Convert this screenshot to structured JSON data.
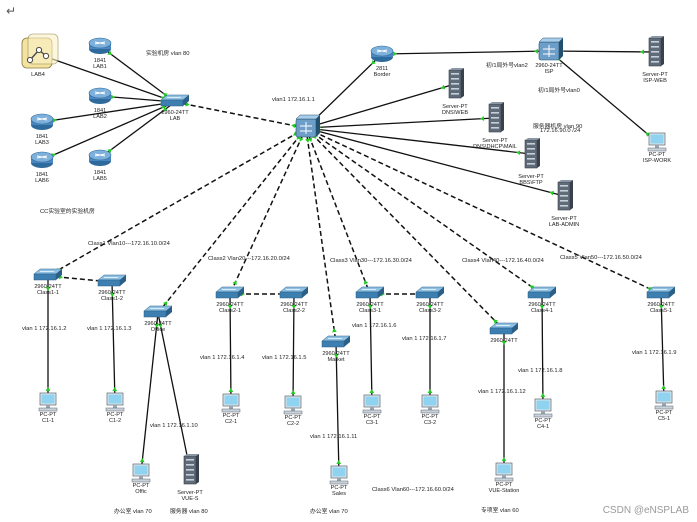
{
  "return_mark": "↵",
  "watermark": "CSDN @eNSPLAB",
  "colors": {
    "link": "#111111",
    "port": "#22cc22",
    "switch": "#3d7fb1",
    "router": "#4a87c0",
    "server": "#5f6b78",
    "pc_screen": "#8fd3f0"
  },
  "devices": [
    {
      "id": "lab4",
      "kind": "cloud",
      "lines": [
        "LAB4"
      ]
    },
    {
      "id": "lab1",
      "kind": "router",
      "lines": [
        "1841",
        "LAB1"
      ]
    },
    {
      "id": "lab2",
      "kind": "router",
      "lines": [
        "1841",
        "LAB2"
      ]
    },
    {
      "id": "lab3",
      "kind": "router",
      "lines": [
        "1841",
        "LAB3"
      ]
    },
    {
      "id": "lab5",
      "kind": "router",
      "lines": [
        "1841",
        "LAB5"
      ]
    },
    {
      "id": "lab6",
      "kind": "router",
      "lines": [
        "1841",
        "LAB6"
      ]
    },
    {
      "id": "labsw",
      "kind": "switch",
      "lines": [
        "2960-24TT",
        "LAB"
      ]
    },
    {
      "id": "core",
      "kind": "l3switch",
      "lines": []
    },
    {
      "id": "border",
      "kind": "router",
      "lines": [
        "2811",
        "Border"
      ]
    },
    {
      "id": "isp",
      "kind": "l3switch",
      "lines": [
        "2960-24TT",
        "ISP"
      ]
    },
    {
      "id": "ispweb",
      "kind": "server",
      "lines": [
        "Server-PT",
        "ISP-WEB"
      ]
    },
    {
      "id": "ispwork",
      "kind": "pc",
      "lines": [
        "PC-PT",
        "ISP-WORK"
      ]
    },
    {
      "id": "dnsweb",
      "kind": "server",
      "lines": [
        "Server-PT",
        "DNS\\WEB"
      ]
    },
    {
      "id": "dnsdhcp",
      "kind": "server",
      "lines": [
        "Server-PT",
        "DNS\\DHCP\\MAIL"
      ]
    },
    {
      "id": "bbsftp",
      "kind": "server",
      "lines": [
        "Server-PT",
        "BBS\\FTP"
      ]
    },
    {
      "id": "labadmin",
      "kind": "server",
      "lines": [
        "Server-PT",
        "LAB-ADMIN"
      ]
    },
    {
      "id": "c11",
      "kind": "switch",
      "lines": [
        "2960-24TT",
        "Class1-1"
      ]
    },
    {
      "id": "c12",
      "kind": "switch",
      "lines": [
        "2960-24TT",
        "Class1-2"
      ]
    },
    {
      "id": "office",
      "kind": "switch",
      "lines": [
        "2960-24TT",
        "Office"
      ]
    },
    {
      "id": "c21",
      "kind": "switch",
      "lines": [
        "2960-24TT",
        "Class2-1"
      ]
    },
    {
      "id": "c22",
      "kind": "switch",
      "lines": [
        "2960-24TT",
        "Class2-2"
      ]
    },
    {
      "id": "market",
      "kind": "switch",
      "lines": [
        "2960-24TT",
        "Market"
      ]
    },
    {
      "id": "c31",
      "kind": "switch",
      "lines": [
        "2960-24TT",
        "Class3-1"
      ]
    },
    {
      "id": "c32",
      "kind": "switch",
      "lines": [
        "2960-24TT",
        "Class3-2"
      ]
    },
    {
      "id": "vuesw",
      "kind": "switch",
      "lines": [
        "2960-24TT"
      ]
    },
    {
      "id": "c41",
      "kind": "switch",
      "lines": [
        "2960-24TT",
        "Class4-1"
      ]
    },
    {
      "id": "c51",
      "kind": "switch",
      "lines": [
        "2960-24TT",
        "Class5-1"
      ]
    },
    {
      "id": "pc_c11",
      "kind": "pc",
      "lines": [
        "PC-PT",
        "C1-1"
      ]
    },
    {
      "id": "pc_c12",
      "kind": "pc",
      "lines": [
        "PC-PT",
        "C1-2"
      ]
    },
    {
      "id": "pc_office",
      "kind": "pc",
      "lines": [
        "PC-PT",
        "Offic"
      ]
    },
    {
      "id": "srv_vue",
      "kind": "server",
      "lines": [
        "Server-PT",
        "VUE-S"
      ]
    },
    {
      "id": "pc_c21",
      "kind": "pc",
      "lines": [
        "PC-PT",
        "C2-1"
      ]
    },
    {
      "id": "pc_c22",
      "kind": "pc",
      "lines": [
        "PC-PT",
        "C2-2"
      ]
    },
    {
      "id": "pc_sales",
      "kind": "pc",
      "lines": [
        "PC-PT",
        "Sales"
      ]
    },
    {
      "id": "pc_c31",
      "kind": "pc",
      "lines": [
        "PC-PT",
        "C3-1"
      ]
    },
    {
      "id": "pc_c32",
      "kind": "pc",
      "lines": [
        "PC-PT",
        "C3-2"
      ]
    },
    {
      "id": "pc_vuest",
      "kind": "pc",
      "lines": [
        "PC-PT",
        "VUE-Station"
      ]
    },
    {
      "id": "pc_c41",
      "kind": "pc",
      "lines": [
        "PC-PT",
        "C4-1"
      ]
    },
    {
      "id": "pc_c51",
      "kind": "pc",
      "lines": [
        "PC-PT",
        "C5-1"
      ]
    }
  ],
  "links": [
    {
      "from": "lab4",
      "to": "labsw"
    },
    {
      "from": "lab1",
      "to": "labsw"
    },
    {
      "from": "lab2",
      "to": "labsw"
    },
    {
      "from": "lab3",
      "to": "labsw"
    },
    {
      "from": "lab5",
      "to": "labsw"
    },
    {
      "from": "lab6",
      "to": "labsw"
    },
    {
      "from": "labsw",
      "to": "core",
      "style": "dashed"
    },
    {
      "from": "core",
      "to": "border"
    },
    {
      "from": "border",
      "to": "isp"
    },
    {
      "from": "isp",
      "to": "ispweb"
    },
    {
      "from": "isp",
      "to": "ispwork"
    },
    {
      "from": "core",
      "to": "dnsweb"
    },
    {
      "from": "core",
      "to": "dnsdhcp"
    },
    {
      "from": "core",
      "to": "bbsftp"
    },
    {
      "from": "core",
      "to": "labadmin"
    },
    {
      "from": "core",
      "to": "c11",
      "style": "dashed"
    },
    {
      "from": "core",
      "to": "office",
      "style": "dashed"
    },
    {
      "from": "core",
      "to": "c21",
      "style": "dashed"
    },
    {
      "from": "core",
      "to": "market",
      "style": "dashed"
    },
    {
      "from": "core",
      "to": "c31",
      "style": "dashed"
    },
    {
      "from": "core",
      "to": "vuesw",
      "style": "dashed"
    },
    {
      "from": "core",
      "to": "c41",
      "style": "dashed"
    },
    {
      "from": "core",
      "to": "c51",
      "style": "dashed"
    },
    {
      "from": "c11",
      "to": "c12",
      "style": "dashed"
    },
    {
      "from": "c21",
      "to": "c22",
      "style": "dashed"
    },
    {
      "from": "c31",
      "to": "c32",
      "style": "dashed"
    },
    {
      "from": "c11",
      "to": "pc_c11"
    },
    {
      "from": "c12",
      "to": "pc_c12"
    },
    {
      "from": "office",
      "to": "pc_office"
    },
    {
      "from": "office",
      "to": "srv_vue"
    },
    {
      "from": "c21",
      "to": "pc_c21"
    },
    {
      "from": "c22",
      "to": "pc_c22"
    },
    {
      "from": "market",
      "to": "pc_sales"
    },
    {
      "from": "c31",
      "to": "pc_c31"
    },
    {
      "from": "c32",
      "to": "pc_c32"
    },
    {
      "from": "vuesw",
      "to": "pc_vuest"
    },
    {
      "from": "c41",
      "to": "pc_c41"
    },
    {
      "from": "c51",
      "to": "pc_c51"
    }
  ],
  "notes": [
    {
      "id": "lab_vlan",
      "text": "实验机房 vlan 80"
    },
    {
      "id": "cc_lab",
      "text": "CC实验室的实验机房"
    },
    {
      "id": "core_vlan1",
      "text": "vlan1 172.16.1.1"
    },
    {
      "id": "isp_vlan",
      "text": "初/1局外号vlan2"
    },
    {
      "id": "isp_vlan0",
      "text": "初/1局外号vlan0"
    },
    {
      "id": "server_vlan",
      "text": "服务器机房 vlan 90"
    },
    {
      "id": "server_net",
      "text": "172.16.90.0 /24"
    },
    {
      "id": "class1",
      "text": "Class1 Vlan10---172.16.10.0/24"
    },
    {
      "id": "class2",
      "text": "Class2 Vlan20---172.16.20.0/24"
    },
    {
      "id": "class3",
      "text": "Class3 Vlan30---172.16.30.0/24"
    },
    {
      "id": "class4",
      "text": "Class4 Vlan40---172.16.40.0/24"
    },
    {
      "id": "class5",
      "text": "Class5 Vlan50---172.16.50.0/24"
    },
    {
      "id": "class6",
      "text": "Class6 Vlan60---172.16.60.0/24"
    },
    {
      "id": "ip_c11",
      "text": "vlan 1 172.16.1.2"
    },
    {
      "id": "ip_c12",
      "text": "vlan 1 172.16.1.3"
    },
    {
      "id": "ip_office",
      "text": "vlan 1 172.16.1.10"
    },
    {
      "id": "ip_c21",
      "text": "vlan 1 172.16.1.4"
    },
    {
      "id": "ip_c22",
      "text": "vlan 1 172.16.1.5"
    },
    {
      "id": "ip_c31",
      "text": "vlan 1 172.16.1.6"
    },
    {
      "id": "ip_c32",
      "text": "vlan 1 172.16.1.7"
    },
    {
      "id": "ip_market",
      "text": "vlan 1 172.16.1.11"
    },
    {
      "id": "ip_vue",
      "text": "vlan 1 172.16.1.12"
    },
    {
      "id": "ip_c41",
      "text": "vlan 1 172.16.1.8"
    },
    {
      "id": "ip_c51",
      "text": "vlan 1 172.16.1.9"
    },
    {
      "id": "office_vlan",
      "text": "办公室 vlan 70"
    },
    {
      "id": "vue_vlan",
      "text": "服务器 vlan 80"
    },
    {
      "id": "sales_vlan",
      "text": "办公室 vlan 70"
    },
    {
      "id": "vuest_vlan",
      "text": "专项室 vlan 60"
    }
  ]
}
